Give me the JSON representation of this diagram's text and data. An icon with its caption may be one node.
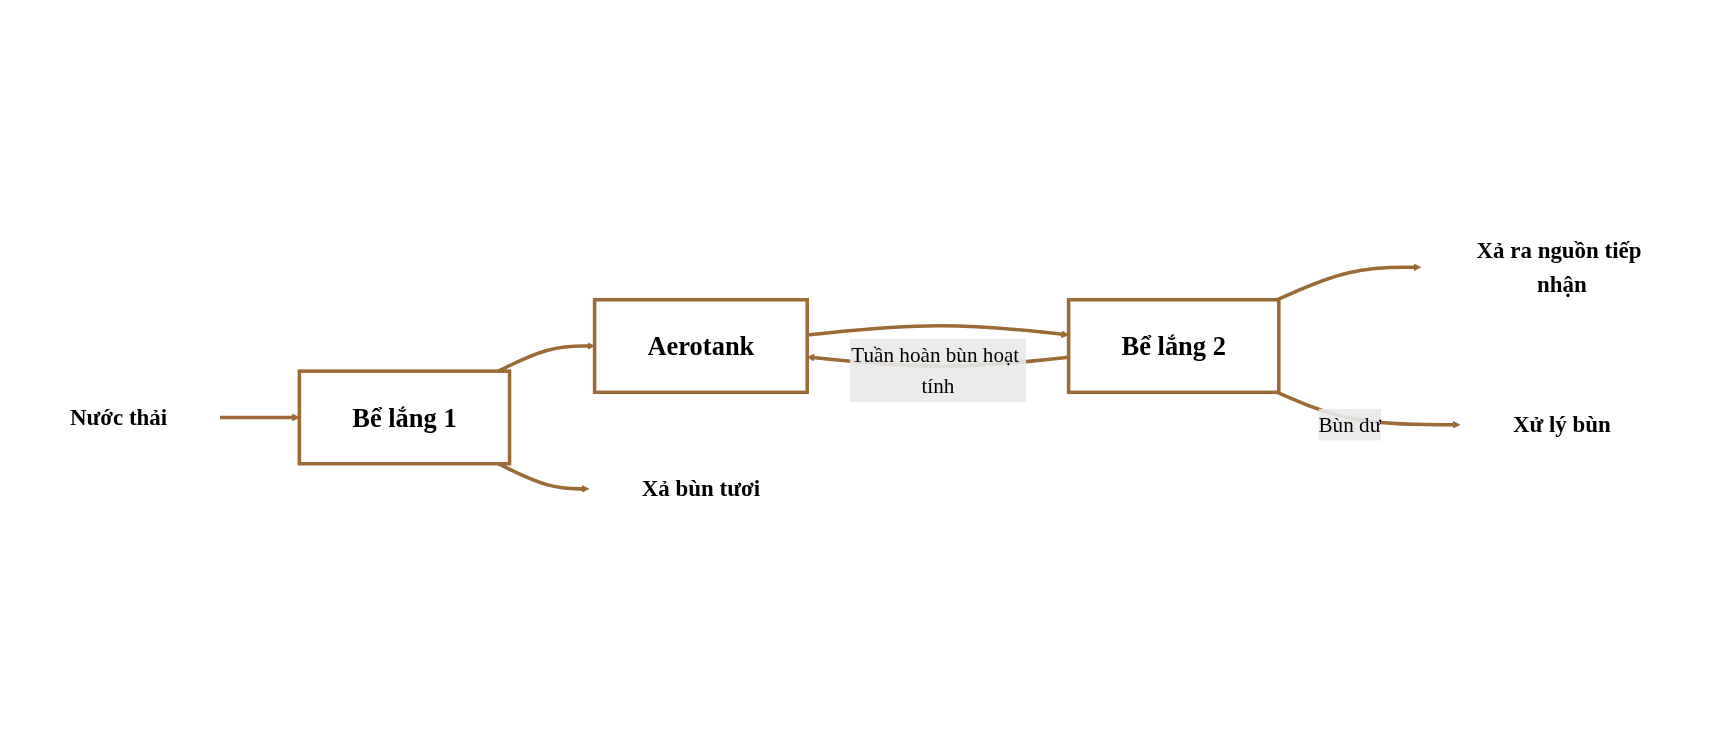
{
  "diagram": {
    "nodes": [
      {
        "text": [
          "Nước thải"
        ]
      },
      {
        "text": [
          "Bể lắng 1"
        ]
      },
      {
        "text": [
          "Aerotank"
        ]
      },
      {
        "text": [
          "Bể lắng 2"
        ]
      },
      {
        "text": [
          "Xả ra nguồn tiếp nhận"
        ]
      },
      {
        "text": [
          "Xả bùn tươi"
        ]
      },
      {
        "text": [
          "Xử lý bùn"
        ]
      }
    ],
    "edges": [
      {
        "from": 0,
        "to": 1,
        "arrow": "to"
      },
      {
        "from": 1,
        "to": 2,
        "arrow": "to"
      },
      {
        "from": 2,
        "to": 3,
        "arrow": "to"
      },
      {
        "from": 3,
        "to": 4,
        "arrow": "to"
      },
      {
        "from": 1,
        "to": 5,
        "arrow": "to"
      },
      {
        "from": 3,
        "to": 2,
        "label": "Tuần hoàn bùn hoạt tính",
        "arrow": "to"
      },
      {
        "from": 3,
        "to": 6,
        "label": "Bùn dư",
        "arrow": "to"
      }
    ]
  }
}
